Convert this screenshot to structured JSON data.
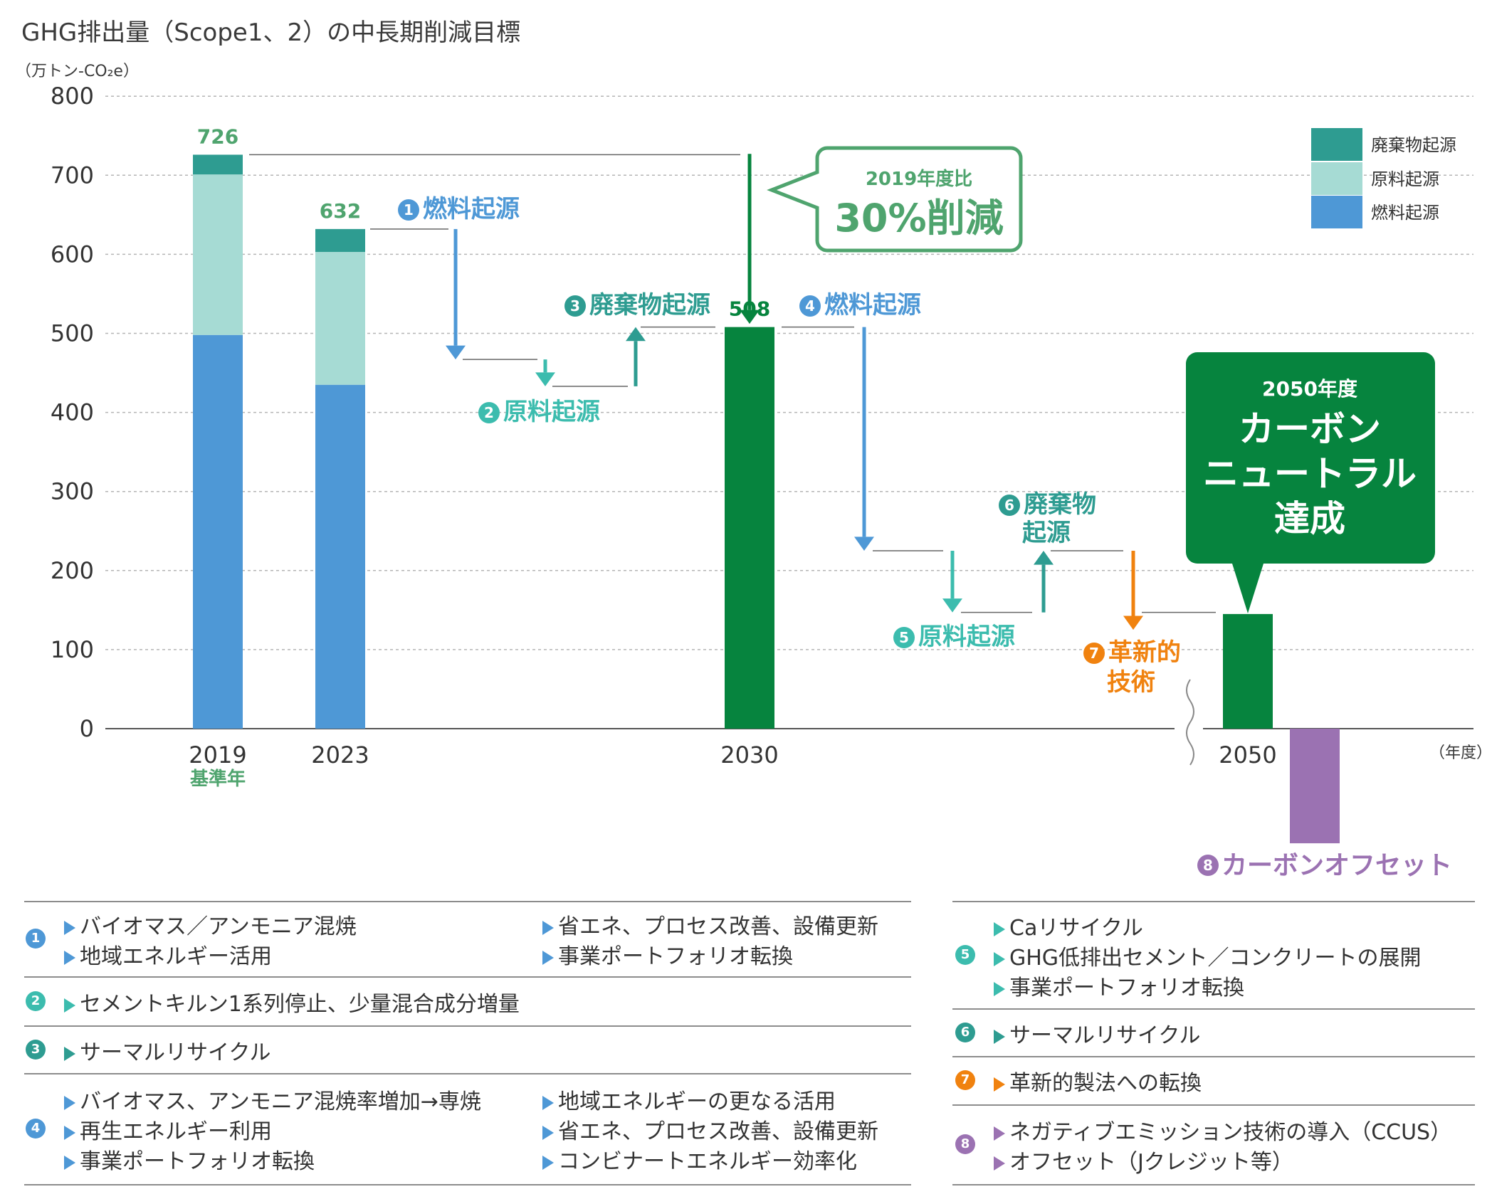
{
  "title": "GHG排出量（Scope1、2）の中長期削減目標",
  "unit_label": "（万トン-CO₂e）",
  "x_unit_label": "（年度）",
  "colors": {
    "fuel": "#4e98d6",
    "raw": "#a6dbd4",
    "waste": "#2e9c91",
    "target": "#06843e",
    "offset": "#9b72b2",
    "grid": "#b5b5b5",
    "teal_label": "#3cbcae",
    "waste_label": "#2e9c91",
    "fuel_label": "#4e98d6",
    "orange": "#f0820f",
    "green_text": "#4fa46e"
  },
  "chart_data": {
    "type": "bar",
    "stacked": true,
    "title": "GHG排出量（Scope1、2）の中長期削減目標",
    "ylabel": "（万トン-CO₂e）",
    "xlabel": "（年度）",
    "ylim": [
      0,
      800
    ],
    "yticks": [
      0,
      100,
      200,
      300,
      400,
      500,
      600,
      700,
      800
    ],
    "grid": true,
    "legend_position": "top-right",
    "legend": [
      "廃棄物起源",
      "原料起源",
      "燃料起源"
    ],
    "bars": [
      {
        "x": "2019",
        "sublabel": "基準年",
        "total_label": "726",
        "total": 726,
        "segments": [
          {
            "series": "燃料起源",
            "value": 498
          },
          {
            "series": "原料起源",
            "value": 203
          },
          {
            "series": "廃棄物起源",
            "value": 25
          }
        ]
      },
      {
        "x": "2023",
        "total_label": "632",
        "total": 632,
        "segments": [
          {
            "series": "燃料起源",
            "value": 435
          },
          {
            "series": "原料起源",
            "value": 168
          },
          {
            "series": "廃棄物起源",
            "value": 29
          }
        ]
      },
      {
        "x": "2030",
        "total_label": "508",
        "total": 508,
        "segments": [
          {
            "series": "target",
            "value": 508
          }
        ]
      },
      {
        "x": "2050",
        "total": 145,
        "segments": [
          {
            "series": "target",
            "value": 145
          }
        ]
      },
      {
        "x": "",
        "total": -145,
        "segments": [
          {
            "series": "offset",
            "value": -145
          }
        ]
      }
    ],
    "steps": [
      {
        "num": "1",
        "label": "燃料起源",
        "from": 632,
        "to": 467
      },
      {
        "num": "2",
        "label": "原料起源",
        "from": 467,
        "to": 433
      },
      {
        "num": "3",
        "label": "廃棄物起源",
        "from": 433,
        "to": 508
      },
      {
        "num": "4",
        "label": "燃料起源",
        "from": 508,
        "to": 225
      },
      {
        "num": "5",
        "label": "原料起源",
        "from": 225,
        "to": 147
      },
      {
        "num": "6",
        "label1": "廃棄物",
        "label2": "起源",
        "from": 147,
        "to": 225
      },
      {
        "num": "7",
        "label1": "革新的",
        "label2": "技術",
        "from": 225,
        "to": 125
      }
    ],
    "offset_label": {
      "num": "8",
      "label": "カーボンオフセット"
    },
    "callout_2030": {
      "line1": "2019年度比",
      "line2": "30%削減"
    },
    "callout_2050": {
      "line1": "2050年度",
      "line2": "カーボン",
      "line3": "ニュートラル",
      "line4": "達成"
    }
  },
  "legend_table": {
    "left": [
      {
        "num": "1",
        "color": "#4e98d6",
        "items": [
          "バイオマス／アンモニア混焼",
          "地域エネルギー活用"
        ],
        "items2": [
          "省エネ、プロセス改善、設備更新",
          "事業ポートフォリオ転換"
        ]
      },
      {
        "num": "2",
        "color": "#3cbcae",
        "items": [
          "セメントキルン1系列停止、少量混合成分増量"
        ],
        "items2": []
      },
      {
        "num": "3",
        "color": "#2e9c91",
        "items": [
          "サーマルリサイクル"
        ],
        "items2": []
      },
      {
        "num": "4",
        "color": "#4e98d6",
        "items": [
          "バイオマス、アンモニア混焼率増加→専焼",
          "再生エネルギー利用",
          "事業ポートフォリオ転換"
        ],
        "items2": [
          "地域エネルギーの更なる活用",
          "省エネ、プロセス改善、設備更新",
          "コンビナートエネルギー効率化"
        ]
      }
    ],
    "right": [
      {
        "num": "5",
        "color": "#3cbcae",
        "items": [
          "Caリサイクル",
          "GHG低排出セメント／コンクリートの展開",
          "事業ポートフォリオ転換"
        ]
      },
      {
        "num": "6",
        "color": "#2e9c91",
        "items": [
          "サーマルリサイクル"
        ]
      },
      {
        "num": "7",
        "color": "#f0820f",
        "items": [
          "革新的製法への転換"
        ]
      },
      {
        "num": "8",
        "color": "#9b72b2",
        "items": [
          "ネガティブエミッション技術の導入（CCUS）",
          "オフセット（Jクレジット等）"
        ]
      }
    ]
  }
}
